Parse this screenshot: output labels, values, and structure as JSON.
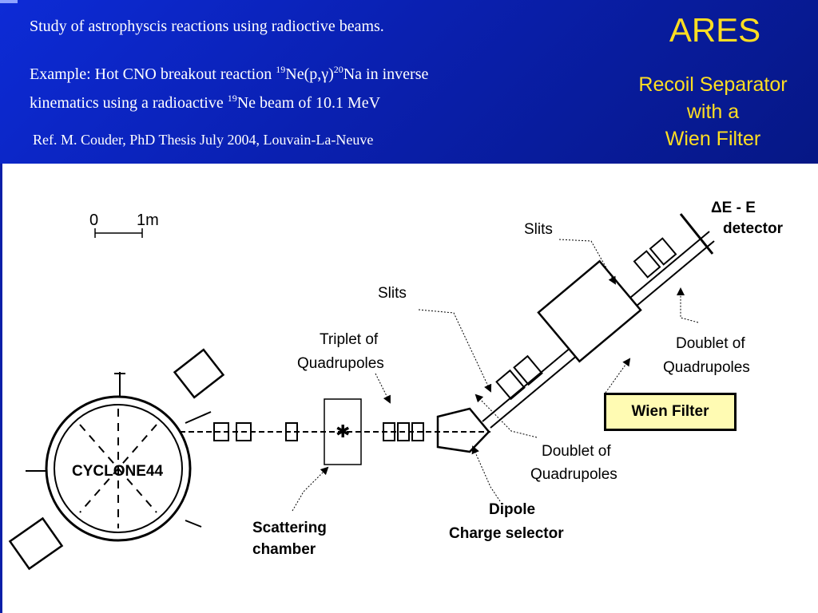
{
  "header": {
    "line1": "Study of astrophyscis reactions using radioctive beams.",
    "line2": {
      "a": "Example: Hot CNO breakout reaction ",
      "sup1": "19",
      "b": "Ne(p,γ)",
      "sup2": "20",
      "c": "Na in inverse",
      "d": "kinematics using a radioactive ",
      "sup3": "19",
      "e": "Ne beam of 10.1 MeV"
    },
    "ref": "Ref.  M. Couder, PhD Thesis July 2004, Louvain-La-Neuve",
    "title": "ARES",
    "subtitle": [
      "Recoil Separator",
      "with a",
      "Wien Filter"
    ]
  },
  "diagram": {
    "scale": {
      "zero": "0",
      "one": "1m"
    },
    "cyclotron": "CYCLONE44",
    "labels": {
      "de_e_1": "ΔE - E",
      "de_e_2": "detector",
      "slits_upper": "Slits",
      "slits_lower": "Slits",
      "triplet_1": "Triplet of",
      "triplet_2": "Quadrupoles",
      "doublet_upper_1": "Doublet of",
      "doublet_upper_2": "Quadrupoles",
      "doublet_lower_1": "Doublet of",
      "doublet_lower_2": "Quadrupoles",
      "scattering_1": "Scattering",
      "scattering_2": "chamber",
      "dipole_1": "Dipole",
      "dipole_2": "Charge selector",
      "wien_filter": "Wien Filter"
    }
  },
  "colors": {
    "header_bg": "#0a20b0",
    "title": "#ffde22",
    "highlight_box": "#fffbb3"
  }
}
